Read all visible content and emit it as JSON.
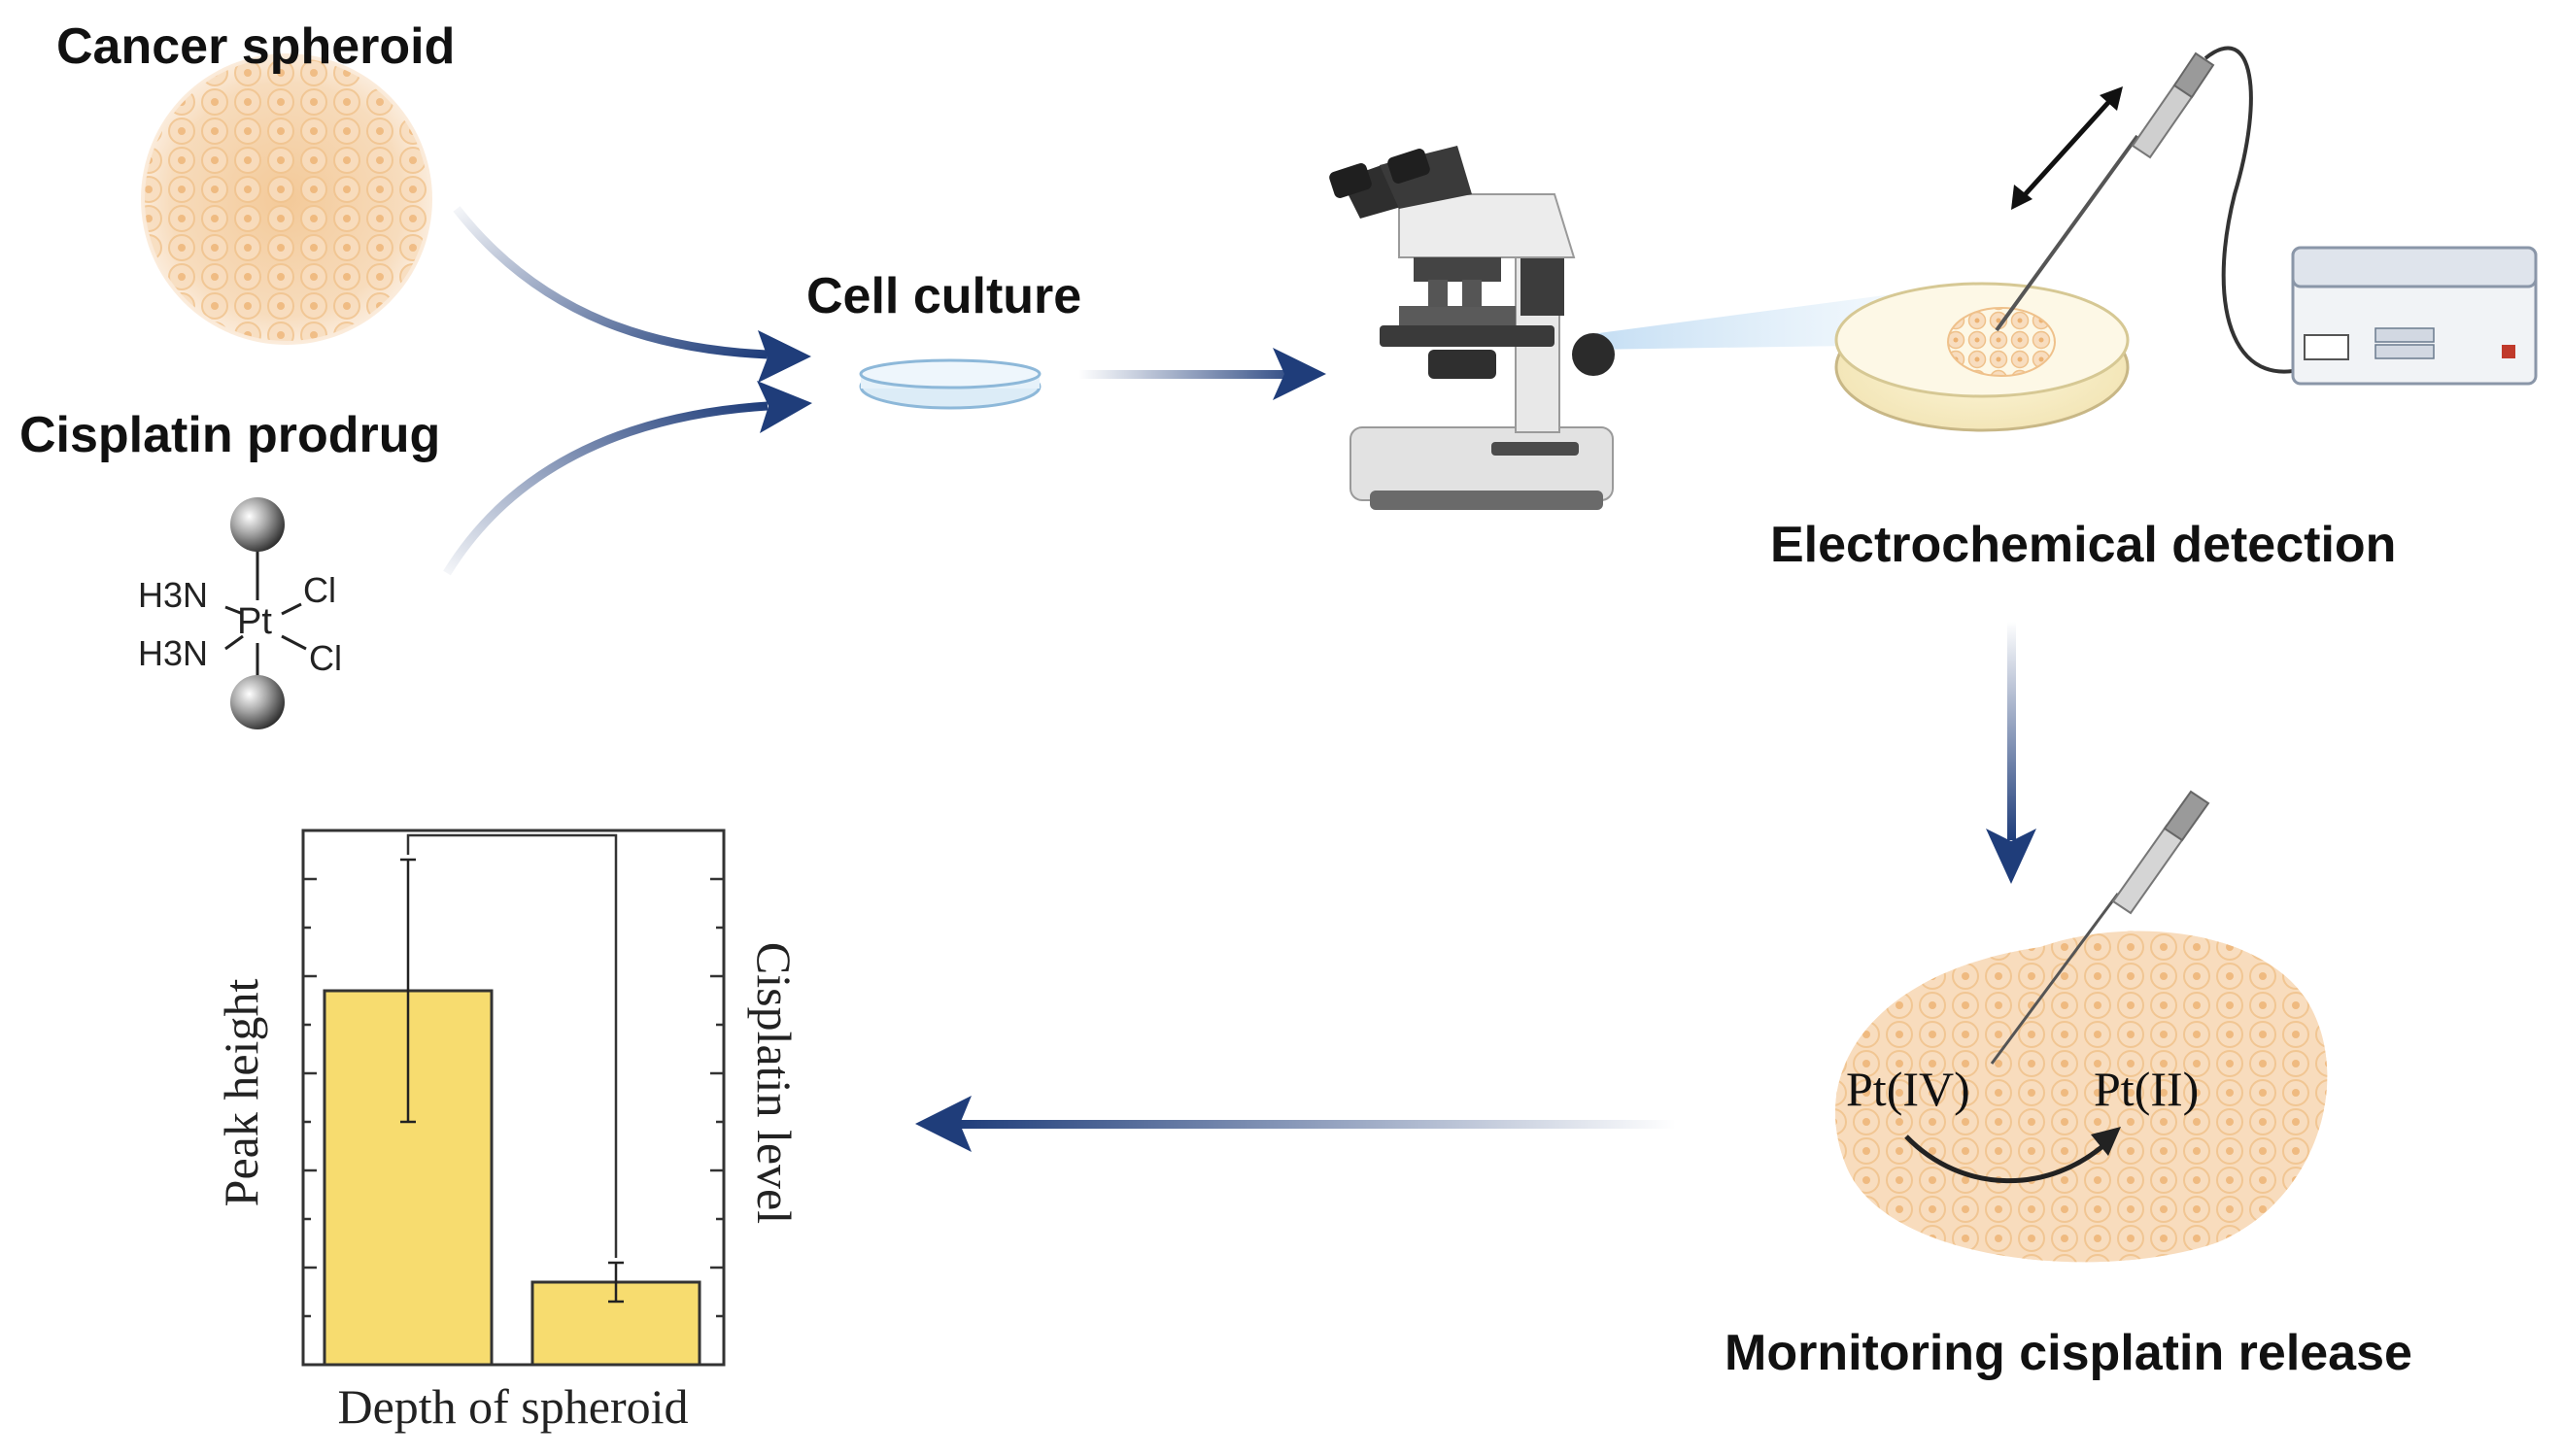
{
  "labels": {
    "cancer_spheroid": "Cancer spheroid",
    "cisplatin_prodrug": "Cisplatin prodrug",
    "cell_culture": "Cell culture",
    "electrochemical_detection": "Electrochemical detection",
    "monitoring_release": "Mornitoring cisplatin release"
  },
  "molecule": {
    "center": "Pt",
    "ligand_left_top": "H3N",
    "ligand_left_bottom": "H3N",
    "ligand_right_top": "Cl",
    "ligand_right_bottom": "Cl"
  },
  "reaction": {
    "from": "Pt(IV)",
    "to": "Pt(II)"
  },
  "chart_data": {
    "type": "bar",
    "categories": [
      "",
      ""
    ],
    "values": [
      0.77,
      0.17
    ],
    "error": [
      0.27,
      0.04
    ],
    "xlabel": "Depth of spheroid",
    "ylabel": "Peak height",
    "ylabel_right": "Cisplatin level",
    "ylim": [
      0,
      1.1
    ],
    "bar_color": "#f7dc6f",
    "bar_edge": "#333333",
    "significance_bracket": true
  },
  "colors": {
    "arrow": "#1f3d7a",
    "spheroid_fill": "#f6d7b4",
    "spheroid_cell": "#f0c896"
  }
}
